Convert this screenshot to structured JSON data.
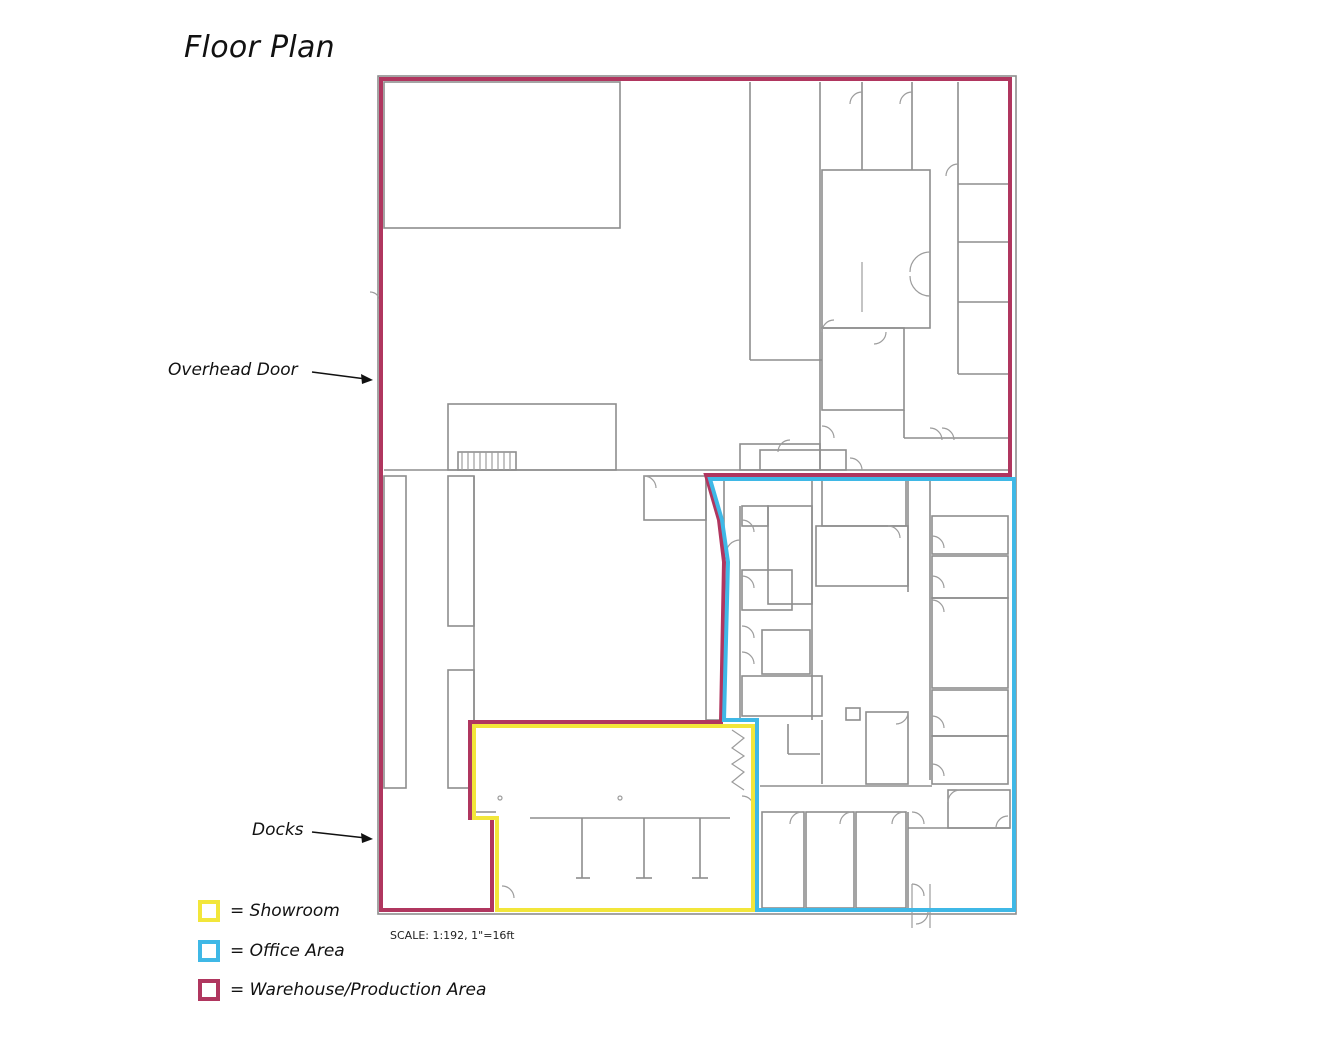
{
  "title": "Floor Plan",
  "callouts": {
    "overhead_door": "Overhead Door",
    "docks": "Docks"
  },
  "scale_text": "SCALE: 1:192, 1\"=16ft",
  "legend": [
    {
      "label": "= Showroom",
      "color": "#f2e63a"
    },
    {
      "label": "= Office Area",
      "color": "#3fb8e6"
    },
    {
      "label": "= Warehouse/Production Area",
      "color": "#b0365f"
    }
  ],
  "colors": {
    "showroom": "#f2e63a",
    "office": "#3fb8e6",
    "warehouse": "#b0365f",
    "walls": "#8e8e8e"
  }
}
